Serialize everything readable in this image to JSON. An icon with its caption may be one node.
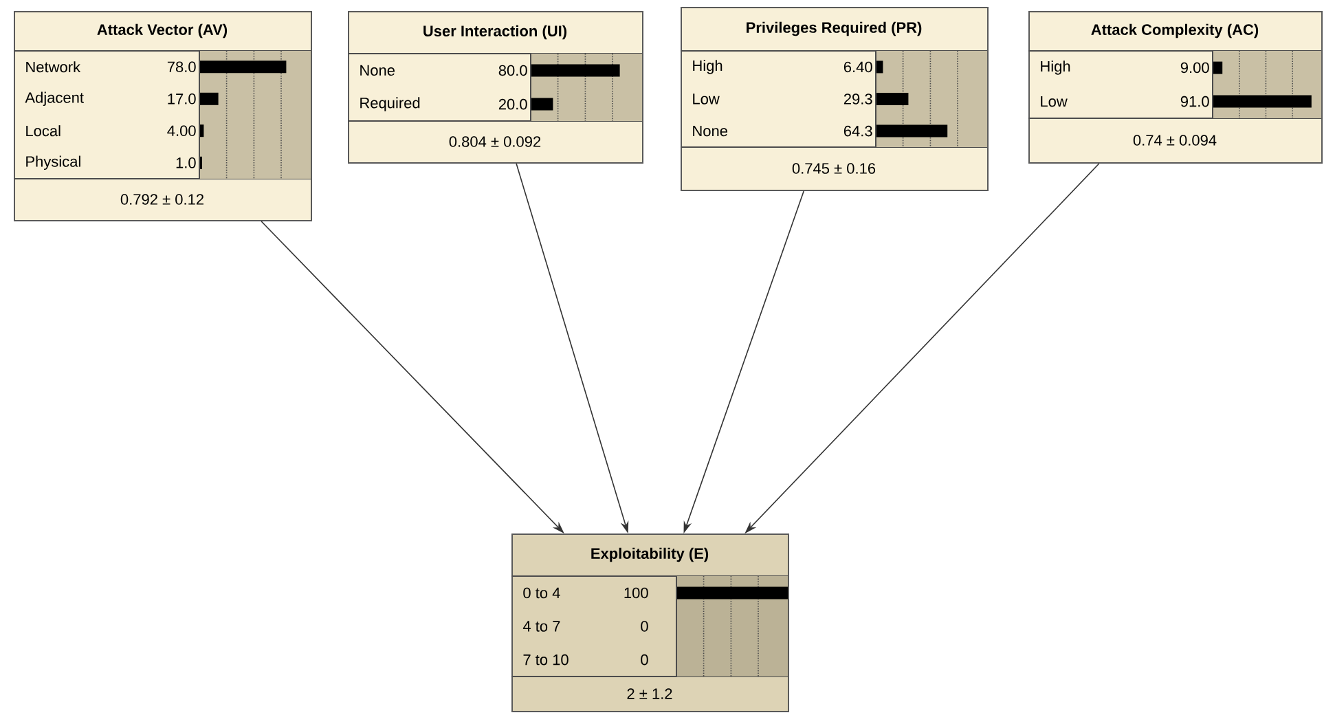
{
  "diagram": {
    "nodes": [
      {
        "text": [
          "Attack Vector (AV)",
          "Network",
          "78.0",
          "Adjacent",
          "17.0",
          "Local",
          "4.00",
          "Physical",
          "1.0",
          "0.792 ± 0.12"
        ]
      },
      {
        "text": [
          "User Interaction (UI)",
          "None",
          "80.0",
          "Required",
          "20.0",
          "0.804 ± 0.092"
        ]
      },
      {
        "text": [
          "Privileges Required (PR)",
          "High",
          "6.40",
          "Low",
          "29.3",
          "None",
          "64.3",
          "0.745 ± 0.16"
        ]
      },
      {
        "text": [
          "Attack Complexity (AC)",
          "High",
          "9.00",
          "Low",
          "91.0",
          "0.74 ± 0.094"
        ]
      },
      {
        "text": [
          "Exploitability (E)",
          "0 to 4",
          "100",
          "4 to 7",
          "0",
          "7 to 10",
          "0",
          "2 ± 1.2"
        ]
      }
    ],
    "edges": [
      {
        "from": 0,
        "to": 4,
        "arrow": "to"
      },
      {
        "from": 1,
        "to": 4,
        "arrow": "to"
      },
      {
        "from": 2,
        "to": 4,
        "arrow": "to"
      },
      {
        "from": 3,
        "to": 4,
        "arrow": "to"
      }
    ]
  }
}
